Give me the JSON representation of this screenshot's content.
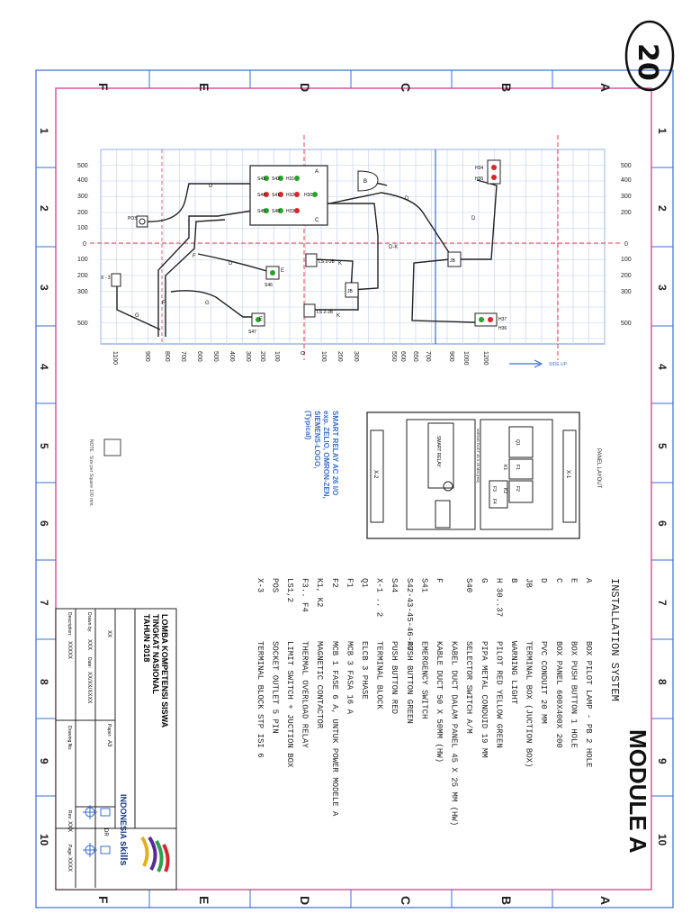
{
  "sheet_number": "20",
  "module_title": "MODULE A",
  "side_up_label": "SIDE UP",
  "panel_layout_label": "PANEL LAYOUT",
  "border": {
    "columns": [
      "1",
      "2",
      "3",
      "4",
      "5",
      "6",
      "7",
      "8",
      "9",
      "10"
    ],
    "rows": [
      "A",
      "B",
      "C",
      "D",
      "E",
      "F"
    ]
  },
  "installation_system": {
    "title": "INSTALLATION SYSTEM",
    "items": [
      {
        "code": "A",
        "desc": "BOX PILOT LAMP - PB 2 HOLE"
      },
      {
        "code": "E",
        "desc": "BOX PUSH BUTTON 1 HOLE"
      },
      {
        "code": "C",
        "desc": "BOX PANEL 600X400X 200"
      },
      {
        "code": "D",
        "desc": "PVC CONDUIT 20 MM"
      },
      {
        "code": "JB",
        "desc": "TERMINAL BOX (JUCTION BOX)"
      },
      {
        "code": "B",
        "desc": "WARNING LIGHT"
      },
      {
        "code": "H 30..37",
        "desc": "PILOT RED YELLOW GREEN"
      },
      {
        "code": "G",
        "desc": "PIPA METAL CONDUID 19 MM"
      },
      {
        "code": "S40",
        "desc": "SELECTOR SWITCH A/M"
      },
      {
        "code": "",
        "desc": "KABEL DUCT DALAM PANEL 45 X 25 MM (HW)"
      },
      {
        "code": "F",
        "desc": "KABLE DUCT 50 X 50MM (HW)"
      },
      {
        "code": "S41",
        "desc": "EMERGENCY SWITCH"
      },
      {
        "code": "S42-43-45-46-47",
        "desc": "PUSH BUTTON GREEN"
      },
      {
        "code": "S44",
        "desc": "PUSH BUTTON RED"
      },
      {
        "code": "X-1 .. 2",
        "desc": "TERMINAL BLOCK"
      },
      {
        "code": "Q1",
        "desc": "ELCB 3 PHASE"
      },
      {
        "code": "F1",
        "desc": "MCB 3 FASA 16 A"
      },
      {
        "code": "F2",
        "desc": "MCB 1 FASE 6 A, UNTUK POWER MODELE A"
      },
      {
        "code": "K1, K2",
        "desc": "MAGNETIC CONTACTOR"
      },
      {
        "code": "F3.. F4",
        "desc": "THERMAL OVERLOAD RELAY"
      },
      {
        "code": "LS1,2",
        "desc": "LIMIT SWITCH + JUCTION BOX"
      },
      {
        "code": "POS",
        "desc": "SOCKET OUTLET 5 PIN"
      },
      {
        "code": "X-3",
        "desc": "TERMINAL BLOCK STP ISI 6"
      }
    ]
  },
  "smart_relay_note": [
    "SMART RELAY AC 26 I/O",
    "exp. ZELIO, OMRON-ZEN,",
    "SIEMENS-LOGO,",
    "(Typical)"
  ],
  "scale_note": "NOTE : Size per Square 100 mm.",
  "title_block": {
    "competition": [
      "LOMBA KOMPETENSI SISWA",
      "TINGKAT NASIONAL",
      "TAHUN 2018"
    ],
    "fields": [
      {
        "label": "",
        "value": "XX"
      },
      {
        "label": "Drawn by:",
        "value": "XXX"
      },
      {
        "label": "Date:",
        "value": "XX/XX/XXXX"
      },
      {
        "label": "Description:",
        "value": "XXXXX"
      },
      {
        "label": "Paper:",
        "value": "A3"
      },
      {
        "label": "Drawing No:",
        "value": ""
      },
      {
        "label": "Rev:",
        "value": "XXX"
      },
      {
        "label": "Page:",
        "value": "XXXX"
      }
    ],
    "logo_text": [
      "INDONESIA",
      "skills"
    ],
    "dr_label": "DR"
  },
  "grid_scale": {
    "top_ticks": [
      "500",
      "400",
      "300",
      "200",
      "100",
      "0",
      "100",
      "200",
      "300",
      "500"
    ],
    "bottom_ticks": [
      "1100",
      "900",
      "800",
      "700",
      "600",
      "500",
      "400",
      "300",
      "200",
      "100",
      "0",
      "100",
      "200",
      "300",
      "550",
      "600",
      "650",
      "700",
      "900",
      "1000",
      "1200"
    ]
  },
  "drawing_labels": {
    "lamps_top": [
      "H34",
      "H35"
    ],
    "lamps_bottom": [
      "H37",
      "H36"
    ],
    "box_lamps": [
      "H31",
      "H32",
      "H33",
      "H30"
    ],
    "box_buttons": [
      "S43",
      "S44",
      "S45",
      "S42",
      "S41",
      "S40"
    ],
    "pos": "POS",
    "x3": "X - 3",
    "s46": "S46",
    "s47": "S47",
    "ls1": "LS 1-JB",
    "ls2": "LS 2-JB",
    "jb": "JB",
    "conduit_labels": [
      "A",
      "B",
      "C",
      "D",
      "D",
      "D",
      "D",
      "D-K",
      "K",
      "K",
      "F",
      "F",
      "G",
      "G",
      "E",
      "E"
    ],
    "panel_parts": [
      "X-1",
      "X-2",
      "Q1",
      "F1",
      "F2",
      "K1",
      "K2",
      "F3",
      "F4",
      "SMART RELAY",
      "WIRING DUCT 45 X 25 MM (HW)"
    ]
  },
  "colors": {
    "frame_blue": "#3a6fd0",
    "grid_blue": "#9fb8e8",
    "pink": "#e0559a",
    "red_dash": "#e0404a",
    "ink": "#222222"
  }
}
